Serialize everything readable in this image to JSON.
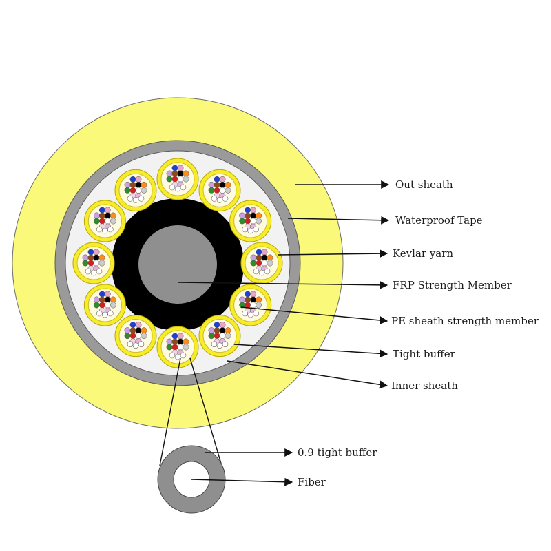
{
  "colors": {
    "outer_sheath": "#fbf97a",
    "waterproof_tape": "#9a9a9a",
    "kevlar_fill": "#f2f2f2",
    "frp_member": "#8f8f8f",
    "pe_sheath": "#000000",
    "tube_ring": "#f6ec2a",
    "tube_inner": "#fffbe0",
    "tight_buffer_ring": "#8f8f8f"
  },
  "tube_count": 12,
  "fiber_colors": [
    "#1f3fd6",
    "#e8a6c6",
    "#c9a0e8",
    "#8d4a1a",
    "#000000",
    "#ff8c1a",
    "#2e8b2e",
    "#d12020",
    "#ffffff",
    "#cccccc",
    "#f2d3e4",
    "#e3b5d9"
  ],
  "labels": [
    {
      "id": "out-sheath",
      "text": "Out sheath"
    },
    {
      "id": "waterproof-tape",
      "text": "Waterproof Tape"
    },
    {
      "id": "kevlar-yarn",
      "text": "Kevlar yarn"
    },
    {
      "id": "frp-strength-member",
      "text": "FRP Strength Member"
    },
    {
      "id": "pe-sheath-strength-member",
      "text": "PE sheath strength member"
    },
    {
      "id": "tight-buffer",
      "text": "Tight buffer"
    },
    {
      "id": "inner-sheath",
      "text": "Inner sheath"
    },
    {
      "id": "tight-buffer-09",
      "text": "0.9 tight buffer"
    },
    {
      "id": "fiber",
      "text": "Fiber"
    }
  ]
}
